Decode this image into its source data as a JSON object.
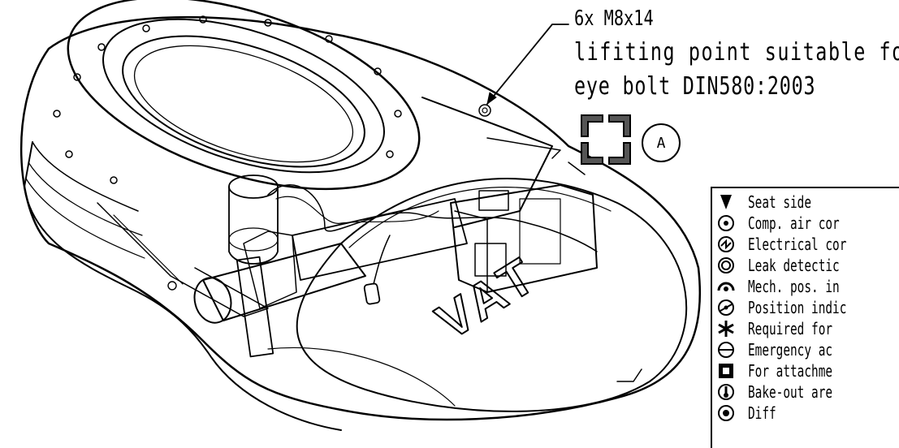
{
  "callout": {
    "line1": "6x M8x14",
    "line2": "lifiting point suitable for",
    "line3": "eye bolt DIN580:2003"
  },
  "view_label": "A",
  "logo_text": "VAT",
  "legend": {
    "items": [
      {
        "icon": "seat-side-icon",
        "label": "Seat side"
      },
      {
        "icon": "compressed-air-icon",
        "label": "Comp. air cor"
      },
      {
        "icon": "electrical-connection-icon",
        "label": "Electrical cor"
      },
      {
        "icon": "leak-detection-icon",
        "label": "Leak detectic"
      },
      {
        "icon": "mech-position-icon",
        "label": "Mech. pos. in"
      },
      {
        "icon": "position-indicator-icon",
        "label": "Position indic"
      },
      {
        "icon": "required-for-icon",
        "label": "Required for"
      },
      {
        "icon": "emergency-icon",
        "label": "Emergency ac"
      },
      {
        "icon": "attachment-icon",
        "label": "For attachme"
      },
      {
        "icon": "bake-out-icon",
        "label": "Bake-out are"
      },
      {
        "icon": "cut-off-icon",
        "label": "Diff"
      }
    ]
  }
}
